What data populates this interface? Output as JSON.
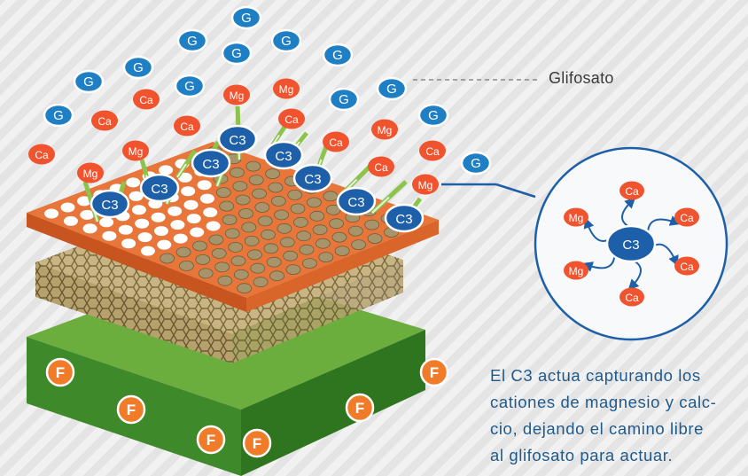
{
  "labels": {
    "glyphosate_ion": "G",
    "calcium_ion": "Ca",
    "magnesium_ion": "Mg",
    "c3_molecule": "C3",
    "f_particle": "F"
  },
  "glyphosate_label": "Glifosato",
  "caption_lines": [
    "El C3 actua capturando los",
    "cationes de magnesio y calc-",
    "cio, dejando el camino libre",
    "al glifosato para actuar."
  ],
  "colors": {
    "glyphosate": "#1f7fc4",
    "cation": "#f0532d",
    "c3": "#1d5fa8",
    "plate": "#e8763a",
    "soil_top": "#6cae3e",
    "soil_side": "#3e8a2a",
    "f_particle": "#f07c2a",
    "mesh": "#c7b384",
    "arrow": "#8cc34a",
    "callout_ring": "#1d5fa8",
    "caption_text": "#1f5a8a"
  },
  "callout": {
    "center": "C3",
    "ions": [
      "Ca",
      "Ca",
      "Ca",
      "Ca",
      "Mg",
      "Mg"
    ]
  }
}
